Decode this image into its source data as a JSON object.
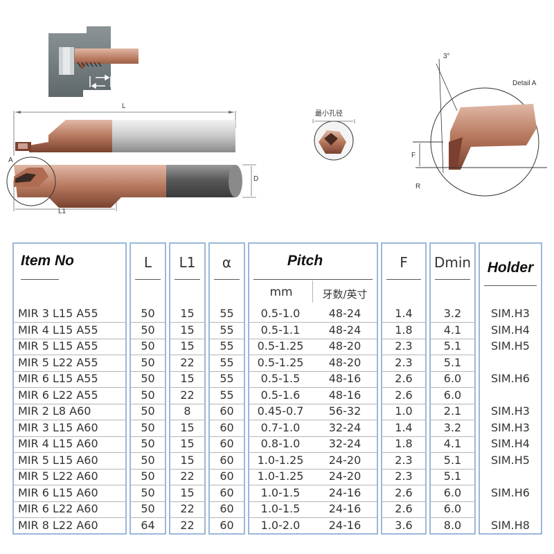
{
  "diagram": {
    "label_L": "L",
    "label_A": "A",
    "label_L1": "L1",
    "label_D": "D",
    "label_min_hole": "最小孔径",
    "label_angle": "3°",
    "label_detail": "Detail A",
    "label_F": "F",
    "label_R": "R"
  },
  "table": {
    "headers": {
      "item_no": "Item No",
      "L": "L",
      "L1": "L1",
      "alpha": "α",
      "pitch": "Pitch",
      "pitch_mm": "mm",
      "pitch_tpi": "牙数/英寸",
      "F": "F",
      "Dmin": "Dmin",
      "holder": "Holder"
    },
    "rows": [
      {
        "item": "MIR 3 L15 A55",
        "L": "50",
        "L1": "15",
        "a": "55",
        "mm": "0.5-1.0",
        "tpi": "48-24",
        "F": "1.4",
        "Dmin": "3.2",
        "holder": "SIM.H3"
      },
      {
        "item": "MIR 4 L15 A55",
        "L": "50",
        "L1": "15",
        "a": "55",
        "mm": "0.5-1.1",
        "tpi": "48-24",
        "F": "1.8",
        "Dmin": "4.1",
        "holder": "SIM.H4"
      },
      {
        "item": "MIR 5 L15 A55",
        "L": "50",
        "L1": "15",
        "a": "55",
        "mm": "0.5-1.25",
        "tpi": "48-20",
        "F": "2.3",
        "Dmin": "5.1",
        "holder": "SIM.H5"
      },
      {
        "item": "MIR 5 L22 A55",
        "L": "50",
        "L1": "22",
        "a": "55",
        "mm": "0.5-1.25",
        "tpi": "48-20",
        "F": "2.3",
        "Dmin": "5.1",
        "holder": ""
      },
      {
        "item": "MIR 6 L15 A55",
        "L": "50",
        "L1": "15",
        "a": "55",
        "mm": "0.5-1.5",
        "tpi": "48-16",
        "F": "2.6",
        "Dmin": "6.0",
        "holder": "SIM.H6"
      },
      {
        "item": "MIR 6 L22 A55",
        "L": "50",
        "L1": "22",
        "a": "55",
        "mm": "0.5-1.6",
        "tpi": "48-16",
        "F": "2.6",
        "Dmin": "6.0",
        "holder": ""
      },
      {
        "item": "MIR 2 L8 A60",
        "L": "50",
        "L1": "8",
        "a": "60",
        "mm": "0.45-0.7",
        "tpi": "56-32",
        "F": "1.0",
        "Dmin": "2.1",
        "holder": "SIM.H3"
      },
      {
        "item": "MIR 3 L15 A60",
        "L": "50",
        "L1": "15",
        "a": "60",
        "mm": "0.7-1.0",
        "tpi": "32-24",
        "F": "1.4",
        "Dmin": "3.2",
        "holder": "SIM.H3"
      },
      {
        "item": "MIR 4 L15 A60",
        "L": "50",
        "L1": "15",
        "a": "60",
        "mm": "0.8-1.0",
        "tpi": "32-24",
        "F": "1.8",
        "Dmin": "4.1",
        "holder": "SIM.H4"
      },
      {
        "item": "MIR 5 L15 A60",
        "L": "50",
        "L1": "15",
        "a": "60",
        "mm": "1.0-1.25",
        "tpi": "24-20",
        "F": "2.3",
        "Dmin": "5.1",
        "holder": "SIM.H5"
      },
      {
        "item": "MIR 5 L22 A60",
        "L": "50",
        "L1": "22",
        "a": "60",
        "mm": "1.0-1.25",
        "tpi": "24-20",
        "F": "2.3",
        "Dmin": "5.1",
        "holder": ""
      },
      {
        "item": "MIR 6 L15 A60",
        "L": "50",
        "L1": "15",
        "a": "60",
        "mm": "1.0-1.5",
        "tpi": "24-16",
        "F": "2.6",
        "Dmin": "6.0",
        "holder": "SIM.H6"
      },
      {
        "item": "MIR 6 L22 A60",
        "L": "50",
        "L1": "22",
        "a": "60",
        "mm": "1.0-1.5",
        "tpi": "24-16",
        "F": "2.6",
        "Dmin": "6.0",
        "holder": ""
      },
      {
        "item": "MIR 8 L22 A60",
        "L": "64",
        "L1": "22",
        "a": "60",
        "mm": "1.0-2.0",
        "tpi": "24-16",
        "F": "3.6",
        "Dmin": "8.0",
        "holder": "SIM.H8"
      }
    ]
  }
}
